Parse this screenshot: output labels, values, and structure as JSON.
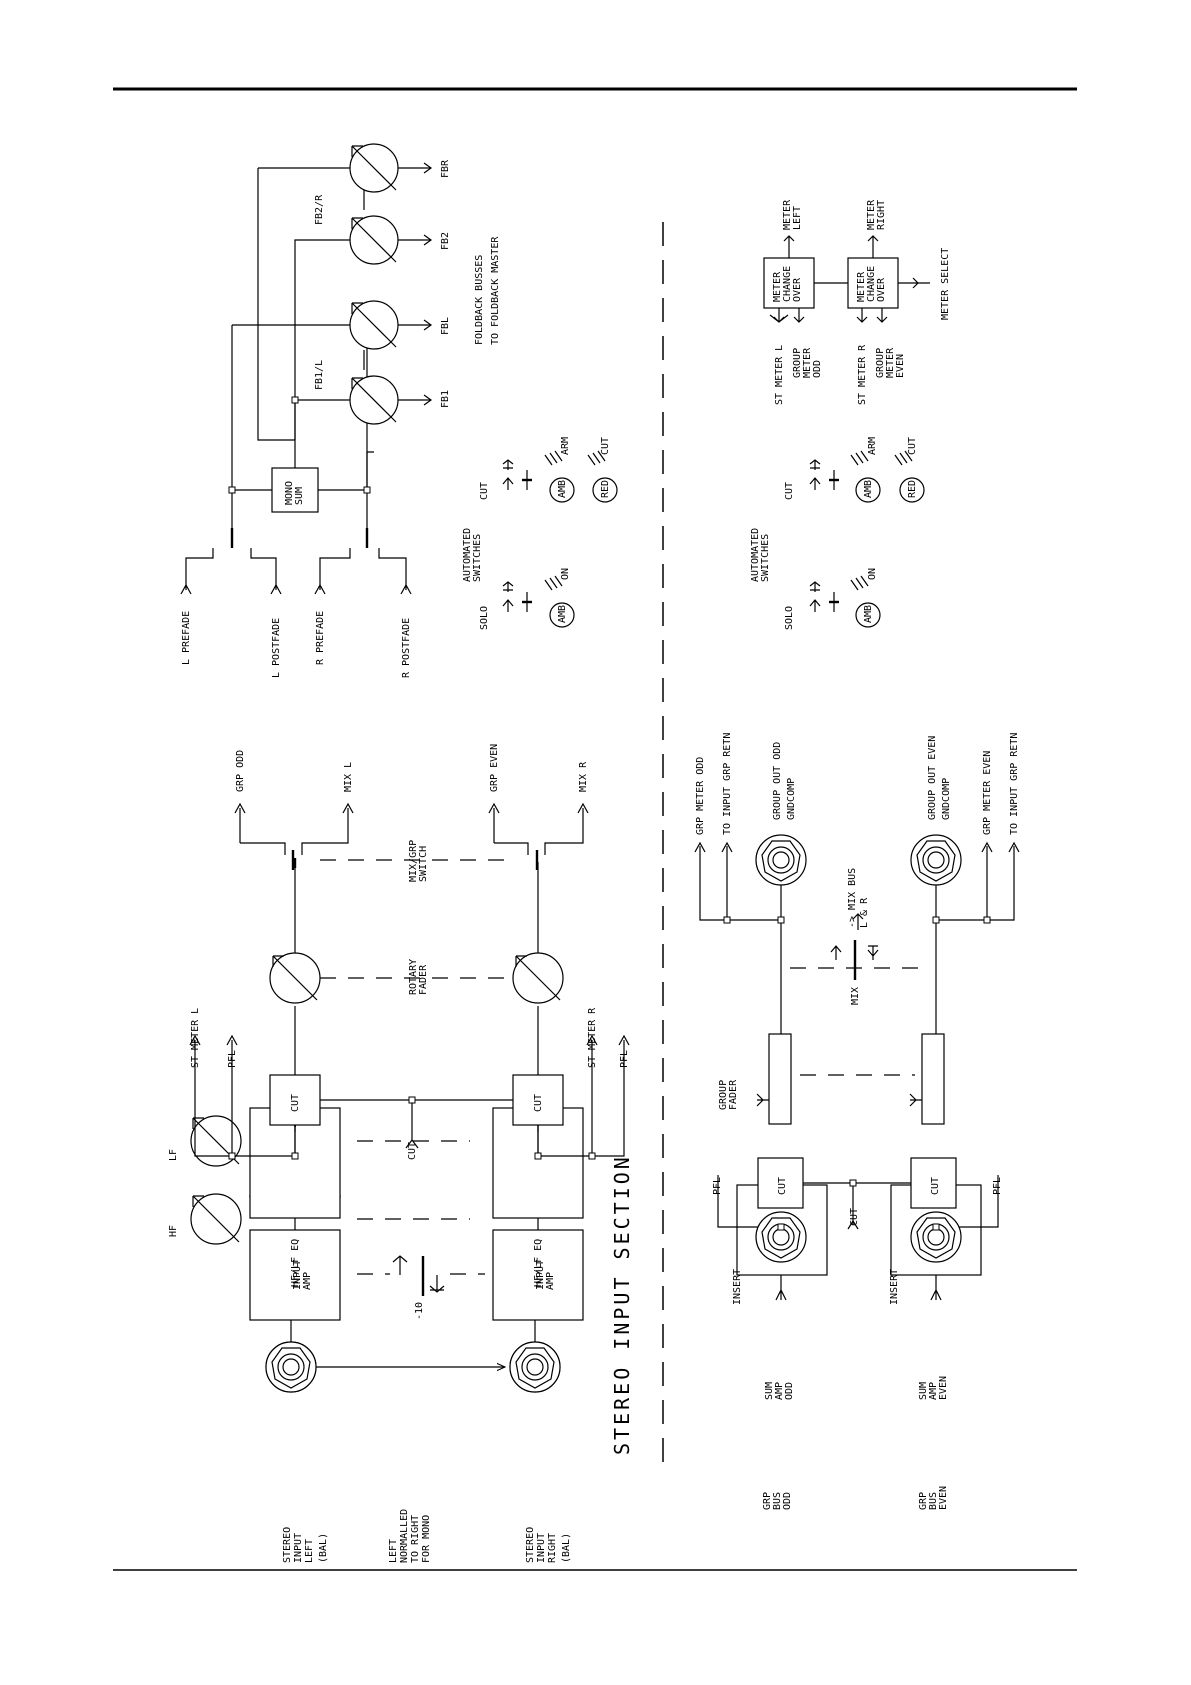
{
  "diagram": {
    "section_title": "STEREO INPUT SECTION",
    "stereo_input": {
      "input_left": [
        "STEREO",
        "INPUT",
        "LEFT",
        "(BAL)"
      ],
      "input_right": [
        "STEREO",
        "INPUT",
        "RIGHT",
        "(BAL)"
      ],
      "normalled": [
        "LEFT",
        "NORMALLED",
        "TO RIGHT",
        "FOR MONO"
      ],
      "input_amp": [
        "INPUT",
        "AMP"
      ],
      "pad": "-10",
      "eq": "HF/LF EQ",
      "hf": "HF",
      "lf": "LF",
      "cut": "CUT",
      "st_meter_l": "ST METER L",
      "st_meter_r": "ST METER R",
      "pfl": "PFL",
      "rotary_fader": [
        "ROTARY",
        "FADER"
      ],
      "mix_grp_switch": [
        "MIX/GRP",
        "SWITCH"
      ],
      "grp_odd": "GRP ODD",
      "grp_even": "GRP EVEN",
      "mix_l": "MIX L",
      "mix_r": "MIX R"
    },
    "foldback": {
      "l_prefade": "L PREFADE",
      "l_postfade": "L POSTFADE",
      "r_prefade": "R PREFADE",
      "r_postfade": "R POSTFADE",
      "mono_sum": [
        "MONO",
        "SUM"
      ],
      "fb1_l": "FB1/L",
      "fb2_r": "FB2/R",
      "fb1": "FB1",
      "fbl": "FBL",
      "fb2": "FB2",
      "fbr": "FBR",
      "busses": [
        "FOLDBACK BUSSES",
        "TO FOLDBACK MASTER"
      ]
    },
    "automated_switches": {
      "title": [
        "AUTOMATED",
        "SWITCHES"
      ],
      "solo": "SOLO",
      "cut": "CUT",
      "amb": "AMB",
      "red": "RED",
      "on": "ON",
      "arm": "ARM",
      "cut_led": "CUT"
    },
    "group": {
      "grp_bus_odd": [
        "GRP",
        "BUS",
        "ODD"
      ],
      "grp_bus_even": [
        "GRP",
        "BUS",
        "EVEN"
      ],
      "sum_amp_odd": [
        "SUM",
        "AMP",
        "ODD"
      ],
      "sum_amp_even": [
        "SUM",
        "AMP",
        "EVEN"
      ],
      "insert": "INSERT",
      "cut": "CUT",
      "pfl": "PFL",
      "group_fader": [
        "GROUP",
        "FADER"
      ],
      "mix": "MIX",
      "mix_bus": [
        "-> MIX BUS",
        "L & R"
      ],
      "grp_meter_odd": "GRP METER ODD",
      "grp_meter_even": "GRP METER EVEN",
      "to_input_grp_retn": "TO INPUT GRP RETN",
      "group_out_odd": [
        "GROUP OUT ODD",
        "GNDCOMP"
      ],
      "group_out_even": [
        "GROUP OUT EVEN",
        "GNDCOMP"
      ]
    },
    "meter": {
      "st_meter_l": "ST METER L",
      "st_meter_r": "ST METER R",
      "group_meter_odd": [
        "GROUP",
        "METER",
        "ODD"
      ],
      "group_meter_even": [
        "GROUP",
        "METER",
        "EVEN"
      ],
      "changeover": [
        "METER",
        "CHANGE",
        "OVER"
      ],
      "meter_left": [
        "METER",
        "LEFT"
      ],
      "meter_right": [
        "METER",
        "RIGHT"
      ],
      "meter_select": "METER SELECT"
    }
  }
}
